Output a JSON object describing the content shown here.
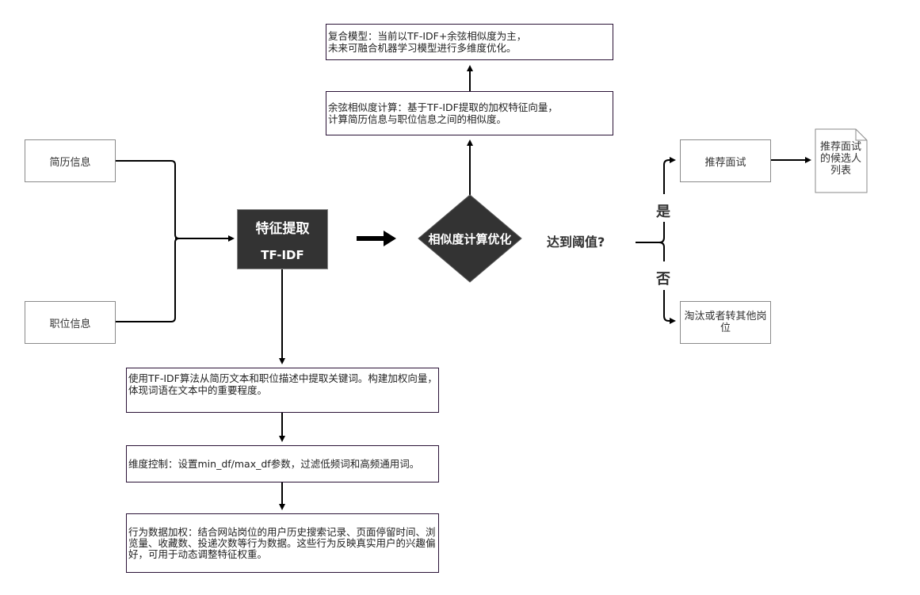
{
  "diagram": {
    "inputs": {
      "resume": "简历信息",
      "job": "职位信息"
    },
    "feature_extraction": {
      "title": "特征提取",
      "subtitle": "TF-IDF"
    },
    "decision": {
      "label": "相似度计算优化",
      "question": "达到阈值?",
      "yes": "是",
      "no": "否"
    },
    "top_boxes": {
      "cosine": "余弦相似度计算：基于TF-IDF提取的加权特征向量，\n计算简历信息与职位信息之间的相似度。",
      "composite": "复合模型：当前以TF-IDF+余弦相似度为主，\n未来可融合机器学习模型进行多维度优化。"
    },
    "bottom_boxes": {
      "tfidf_desc": "使用TF-IDF算法从简历文本和职位描述中提取关键词。构建加权向量，体现词语在文本中的重要程度。",
      "dimension": "维度控制：设置min_df/max_df参数，过滤低频词和高频通用词。",
      "behavior": "行为数据加权：结合网站岗位的用户历史搜索记录、页面停留时间、浏览量、收藏数、投递次数等行为数据。这些行为反映真实用户的兴趣偏好，可用于动态调整特征权重。"
    },
    "outcomes": {
      "recommend": "推荐面试",
      "candidate_list": "推荐面试的候选人列表",
      "reject": "淘汰或者转其他岗位"
    }
  }
}
